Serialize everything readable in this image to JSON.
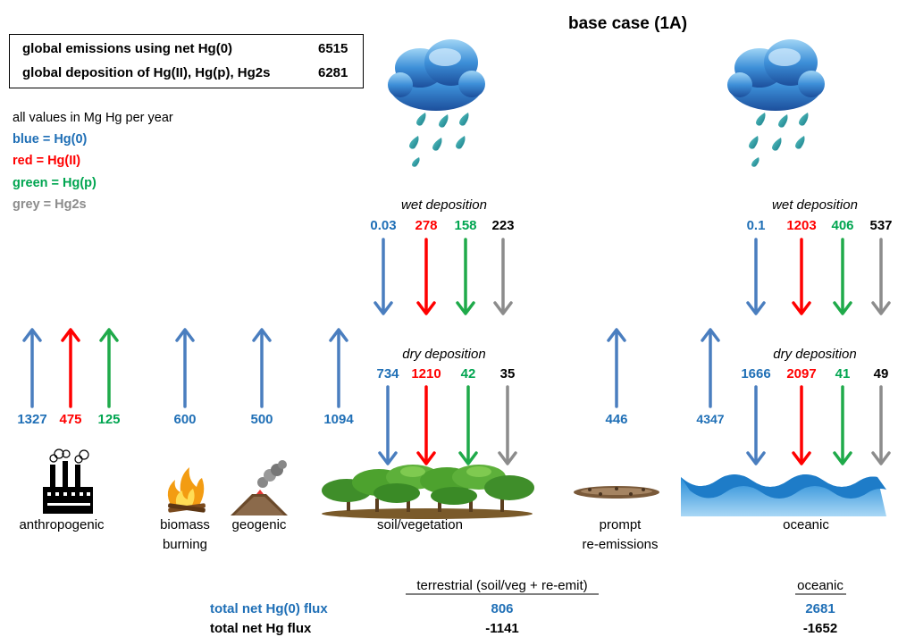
{
  "title": "base case (1A)",
  "summary": {
    "emissions_label": "global emissions using net Hg(0)",
    "emissions_value": "6515",
    "deposition_label": "global deposition of Hg(II), Hg(p), Hg2s",
    "deposition_value": "6281"
  },
  "legend": {
    "units": "all values in Mg Hg per year",
    "blue": "blue = Hg(0)",
    "red": "red = Hg(II)",
    "green": "green = Hg(p)",
    "grey": "grey = Hg2s"
  },
  "colors": {
    "blue": "#4a7ebf",
    "blue_text": "#1f6fb6",
    "red": "#ff0000",
    "green": "#1faa4a",
    "green_text": "#00a550",
    "grey": "#8c8c8c"
  },
  "emissions": {
    "anthropogenic_hg0": "1327",
    "anthropogenic_hgii": "475",
    "anthropogenic_hgp": "125",
    "biomass": "600",
    "geogenic": "500",
    "soil_vegetation": "1094",
    "prompt_reemissions": "446",
    "oceanic": "4347"
  },
  "terrestrial": {
    "wet_label": "wet deposition",
    "wet_hg0": "0.03",
    "wet_hgii": "278",
    "wet_hgp": "158",
    "wet_hg2s": "223",
    "dry_label": "dry deposition",
    "dry_hg0": "734",
    "dry_hgii": "1210",
    "dry_hgp": "42",
    "dry_hg2s": "35"
  },
  "ocean": {
    "wet_label": "wet deposition",
    "wet_hg0": "0.1",
    "wet_hgii": "1203",
    "wet_hgp": "406",
    "wet_hg2s": "537",
    "dry_label": "dry deposition",
    "dry_hg0": "1666",
    "dry_hgii": "2097",
    "dry_hgp": "41",
    "dry_hg2s": "49"
  },
  "sources": {
    "anthropogenic": "anthropogenic",
    "biomass_1": "biomass",
    "biomass_2": "burning",
    "geogenic": "geogenic",
    "soil": "soil/vegetation",
    "prompt_1": "prompt",
    "prompt_2": "re-emissions",
    "oceanic": "oceanic"
  },
  "totals": {
    "terrestrial_header": "terrestrial (soil/veg + re-emit)",
    "oceanic_header": "oceanic",
    "net_hg0_label": "total net Hg(0) flux",
    "net_hg_label": "total net Hg flux",
    "terrestrial_hg0": "806",
    "oceanic_hg0": "2681",
    "terrestrial_hg": "-1141",
    "oceanic_hg": "-1652"
  }
}
